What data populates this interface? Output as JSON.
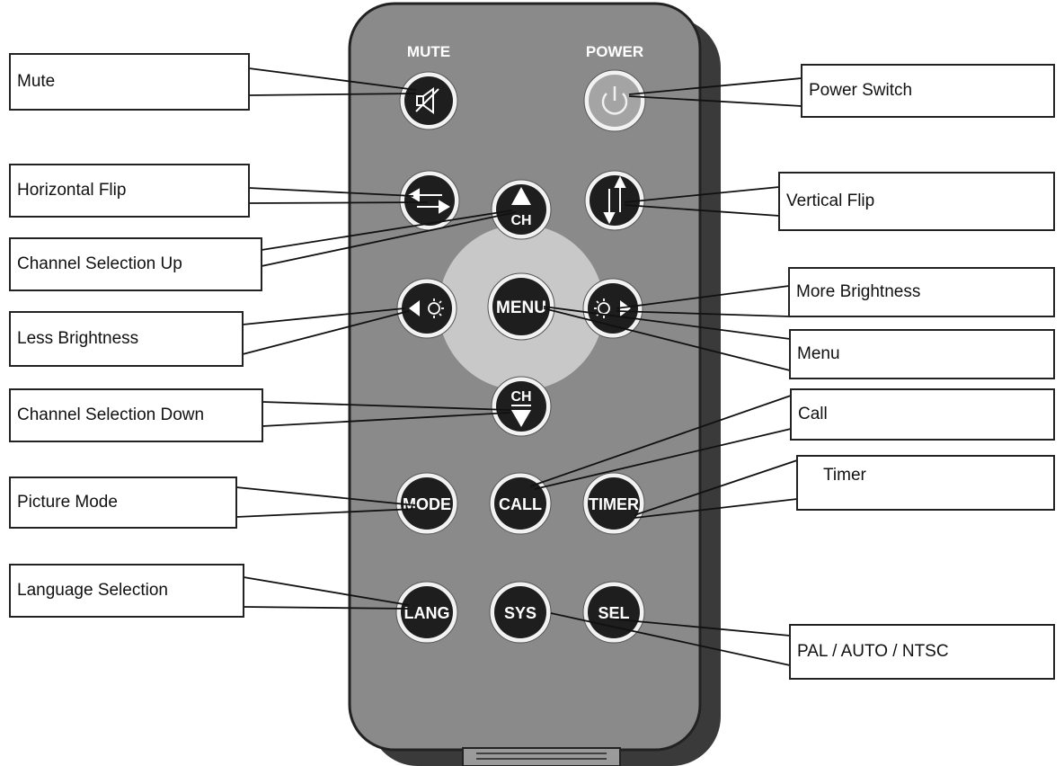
{
  "remote": {
    "top_labels": {
      "mute": "MUTE",
      "power": "POWER"
    },
    "buttons": {
      "ch_up": "CH",
      "menu": "MENU",
      "ch_down": "CH",
      "mode": "MODE",
      "call": "CALL",
      "timer": "TIMER",
      "lang": "LANG",
      "sys": "SYS",
      "sel": "SEL"
    }
  },
  "callouts": {
    "mute": "Mute",
    "power_switch": "Power Switch",
    "horizontal_flip": "Horizontal Flip",
    "vertical_flip": "Vertical Flip",
    "channel_up": "Channel Selection Up",
    "more_brightness": "More Brightness",
    "less_brightness": "Less Brightness",
    "menu": "Menu",
    "channel_down": "Channel Selection Down",
    "call": "Call",
    "picture_mode": "Picture Mode",
    "timer": "Timer",
    "language_selection": "Language Selection",
    "pal_auto_ntsc": "PAL / AUTO / NTSC"
  },
  "colors": {
    "body": "#8a8a8a",
    "body_shadow": "#3a3a3a",
    "button": "#1e1e1e",
    "button_ring": "#f2f2f2",
    "dpad": "#c8c8c8",
    "power_button": "#a4a4a4"
  }
}
